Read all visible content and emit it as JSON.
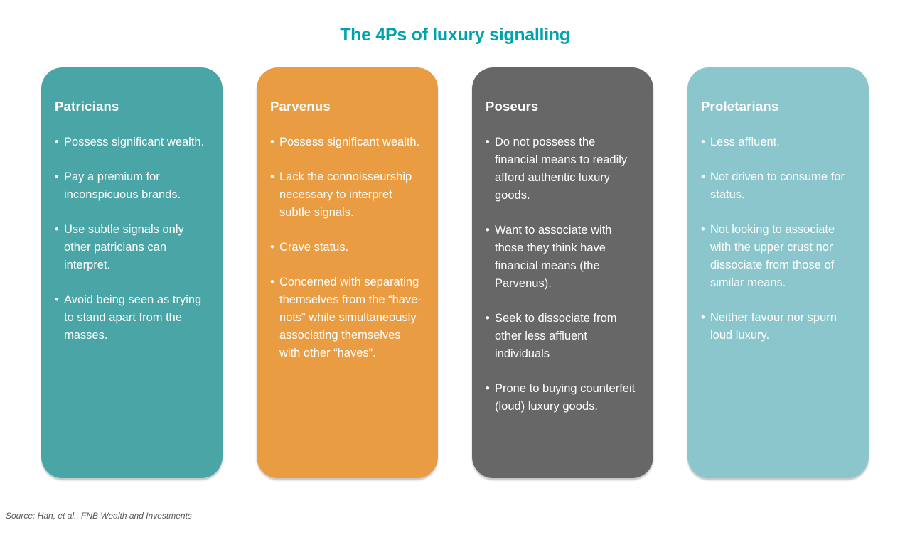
{
  "title": "The 4Ps of luxury signalling",
  "colors": {
    "title": "#00a3ad",
    "card_text": "#ffffff",
    "source_text": "#595959",
    "patricians": "#4aa5a6",
    "parvenus": "#ea9c42",
    "poseurs": "#676767",
    "proletarians": "#8ac6cc"
  },
  "cards": [
    {
      "heading": "Patricians",
      "color": "#4aa5a6",
      "bullets": [
        "Possess significant wealth.",
        "Pay a premium for inconspicuous brands.",
        "Use subtle signals only other patricians can interpret.",
        "Avoid being seen as trying to stand apart from the masses."
      ]
    },
    {
      "heading": "Parvenus",
      "color": "#ea9c42",
      "bullets": [
        "Possess significant wealth.",
        "Lack the connoisseurship necessary to interpret subtle signals.",
        "Crave status.",
        "Concerned with separating themselves from the “have-nots” while simultaneously associating themselves with other “haves”."
      ]
    },
    {
      "heading": "Poseurs",
      "color": "#676767",
      "bullets": [
        "Do not possess the financial means to readily afford authentic luxury goods.",
        "Want to associate with those they think have financial means (the Parvenus).",
        "Seek to dissociate from other less affluent individuals",
        "Prone to buying counterfeit (loud) luxury goods."
      ]
    },
    {
      "heading": "Proletarians",
      "color": "#8ac6cc",
      "bullets": [
        "Less affluent.",
        "Not driven to consume for status.",
        "Not looking to associate with the upper crust nor dissociate from those of similar means.",
        "Neither favour nor spurn loud luxury."
      ]
    }
  ],
  "source": "Source: Han, et al., FNB Wealth and Investments"
}
